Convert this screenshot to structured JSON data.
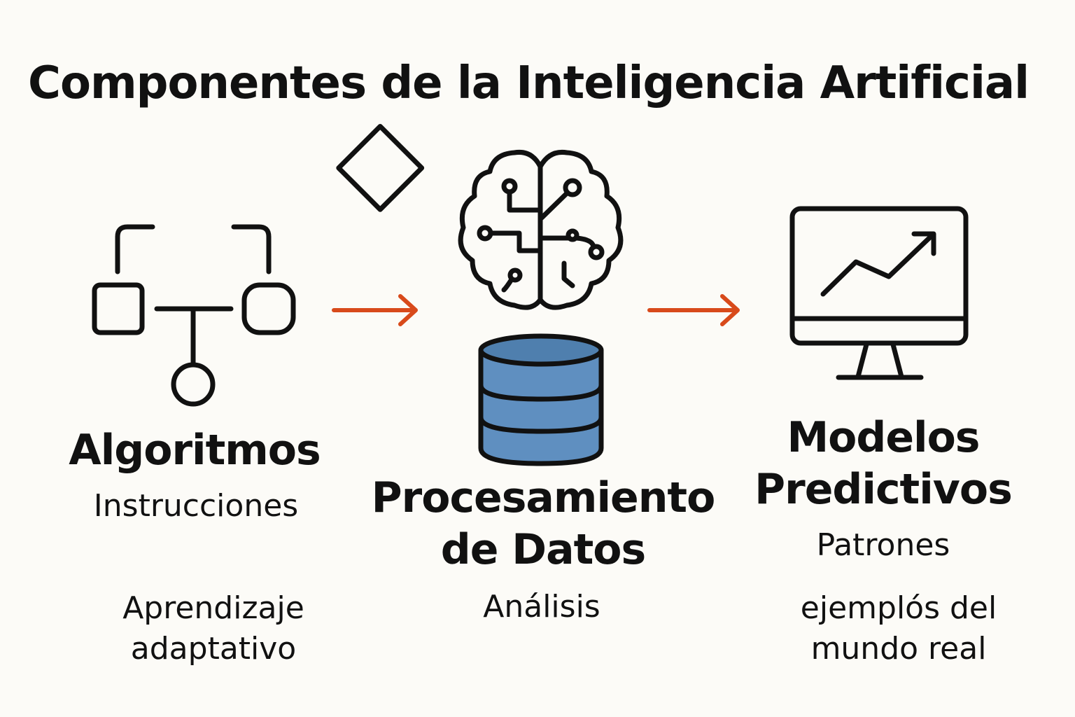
{
  "title": "Componentes de la Inteligencia Artificial",
  "colors": {
    "arrow": "#d84a1b",
    "database": "#5f8fc0",
    "stroke": "#111111",
    "background": "#fcfbf7"
  },
  "columns": [
    {
      "icon": "flowchart-icon",
      "heading": "Algoritmos",
      "subtitle": "Instrucciones",
      "note_line1": "Aprendizaje",
      "note_line2": "adaptativo"
    },
    {
      "icon": "brain-circuit-icon",
      "icon2": "database-icon",
      "heading_line1": "Procesamiento",
      "heading_line2": "de Datos",
      "note": "Análisis"
    },
    {
      "icon": "monitor-chart-icon",
      "heading_line1": "Modelos",
      "heading_line2": "Predictivos",
      "subtitle": "Patrones",
      "note_line1": "ejemplós del",
      "note_line2": "mundo real"
    }
  ]
}
